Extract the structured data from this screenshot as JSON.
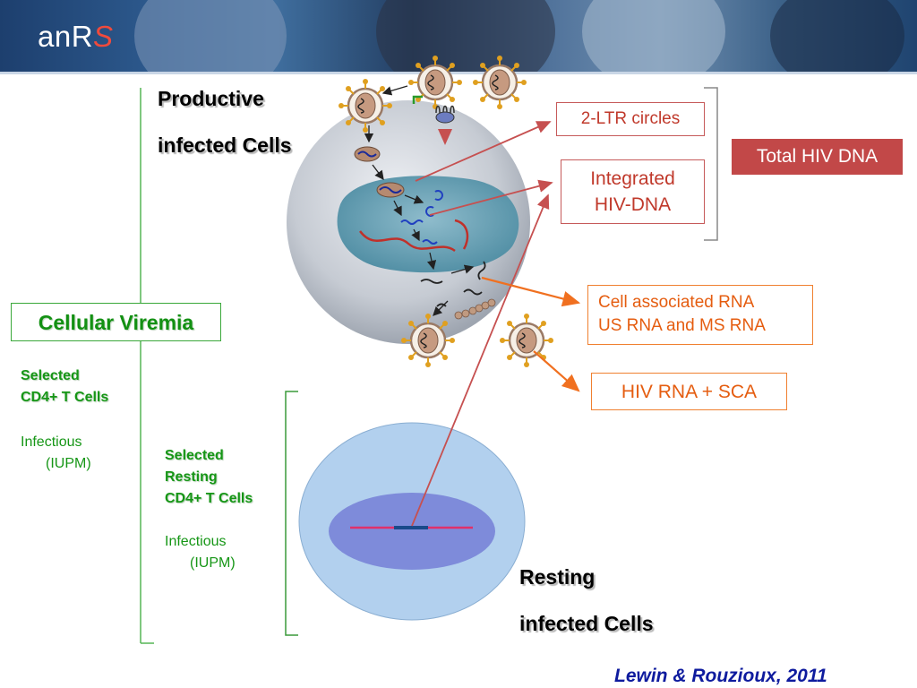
{
  "banner": {
    "logo_prefix": "anR",
    "logo_accent": "S"
  },
  "productive": {
    "line1": "Productive",
    "line2": "infected Cells"
  },
  "boxes": {
    "two_ltr": "2-LTR circles",
    "integrated_line1": "Integrated",
    "integrated_line2": "HIV-DNA",
    "total_dna": "Total HIV DNA",
    "cell_rna_line1": "Cell associated RNA",
    "cell_rna_line2": "US RNA and MS RNA",
    "hiv_rna_sca": "HIV RNA  + SCA",
    "cellular_viremia": "Cellular Viremia"
  },
  "left_column": {
    "selected_line1": "Selected",
    "selected_line2": "CD4+ T Cells",
    "infectious": "Infectious",
    "iupm": "(IUPM)"
  },
  "middle_column": {
    "selected_line1": "Selected",
    "selected_line2": "Resting",
    "selected_line3": "CD4+ T Cells",
    "infectious": "Infectious",
    "iupm": "(IUPM)"
  },
  "resting": {
    "line1": "Resting",
    "line2": "infected Cells"
  },
  "citation": "Lewin & Rouzioux, 2011",
  "colors": {
    "red_accent": "#c24848",
    "orange_accent": "#f07020",
    "green_accent": "#169616",
    "citation_blue": "#0e1b9e"
  }
}
